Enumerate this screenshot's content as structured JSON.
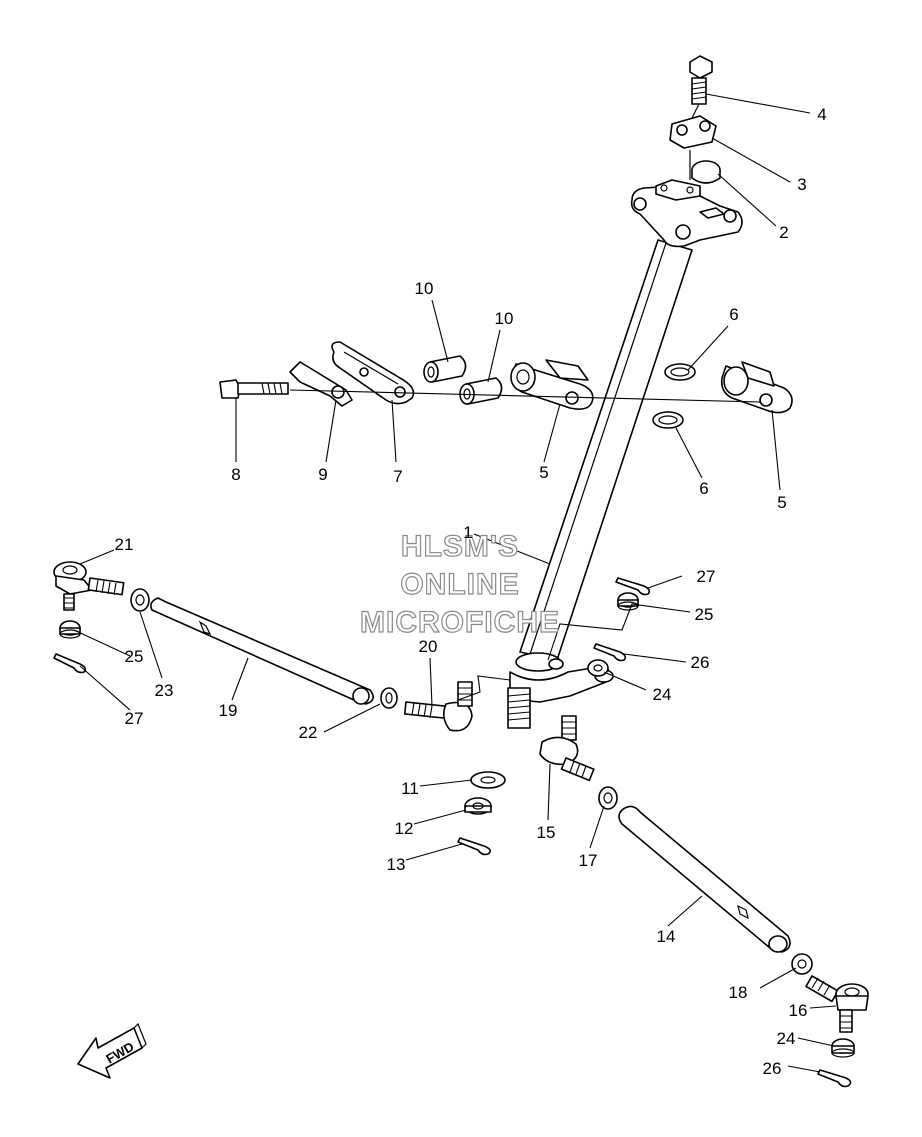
{
  "watermark": {
    "line1": "HLSM'S",
    "line2": "ONLINE",
    "line3": "MICROFICHE"
  },
  "direction_arrow": {
    "label": "FWD"
  },
  "callouts": [
    {
      "id": "c4a",
      "number": "4"
    },
    {
      "id": "c3a",
      "number": "3"
    },
    {
      "id": "c2a",
      "number": "2"
    },
    {
      "id": "c10a",
      "number": "10"
    },
    {
      "id": "c10b",
      "number": "10"
    },
    {
      "id": "c6a",
      "number": "6"
    },
    {
      "id": "c8a",
      "number": "8"
    },
    {
      "id": "c9a",
      "number": "9"
    },
    {
      "id": "c7a",
      "number": "7"
    },
    {
      "id": "c5a",
      "number": "5"
    },
    {
      "id": "c6b",
      "number": "6"
    },
    {
      "id": "c5b",
      "number": "5"
    },
    {
      "id": "c1a",
      "number": "1"
    },
    {
      "id": "c21a",
      "number": "21"
    },
    {
      "id": "c27a",
      "number": "27"
    },
    {
      "id": "c25a",
      "number": "25"
    },
    {
      "id": "c25b",
      "number": "25"
    },
    {
      "id": "c23a",
      "number": "23"
    },
    {
      "id": "c27b",
      "number": "27"
    },
    {
      "id": "c19a",
      "number": "19"
    },
    {
      "id": "c20a",
      "number": "20"
    },
    {
      "id": "c26a",
      "number": "26"
    },
    {
      "id": "c24a",
      "number": "24"
    },
    {
      "id": "c22a",
      "number": "22"
    },
    {
      "id": "c11a",
      "number": "11"
    },
    {
      "id": "c12a",
      "number": "12"
    },
    {
      "id": "c15a",
      "number": "15"
    },
    {
      "id": "c17a",
      "number": "17"
    },
    {
      "id": "c13a",
      "number": "13"
    },
    {
      "id": "c14a",
      "number": "14"
    },
    {
      "id": "c18a",
      "number": "18"
    },
    {
      "id": "c16a",
      "number": "16"
    },
    {
      "id": "c24b",
      "number": "24"
    },
    {
      "id": "c26b",
      "number": "26"
    }
  ]
}
